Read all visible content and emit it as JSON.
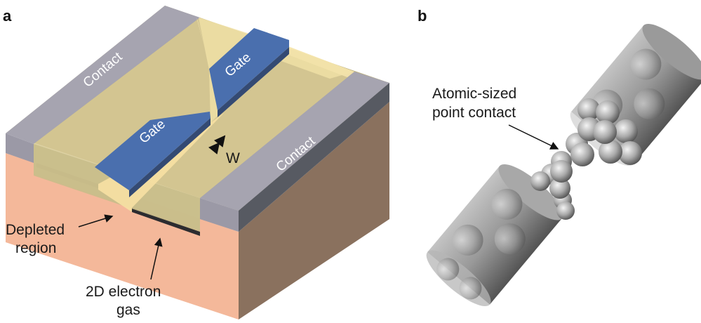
{
  "panel_a": {
    "label": "a",
    "contact_left": "Contact",
    "contact_right": "Contact",
    "gate_left": "Gate",
    "gate_right": "Gate",
    "width_label": "W",
    "depleted_line1": "Depleted",
    "depleted_line2": "region",
    "gas_line1": "2D electron",
    "gas_line2": "gas"
  },
  "panel_b": {
    "label": "b",
    "annotation_line1": "Atomic-sized",
    "annotation_line2": "point contact"
  },
  "colors": {
    "substrate_front": "#f4b89a",
    "substrate_side": "#8a715e",
    "contact_top": "#a6a4b0",
    "contact_side": "#575a62",
    "channel": "#c8bd8a",
    "depleted": "#f7e0a3",
    "gate": "#4a6fae",
    "gate_side": "#344a73"
  }
}
